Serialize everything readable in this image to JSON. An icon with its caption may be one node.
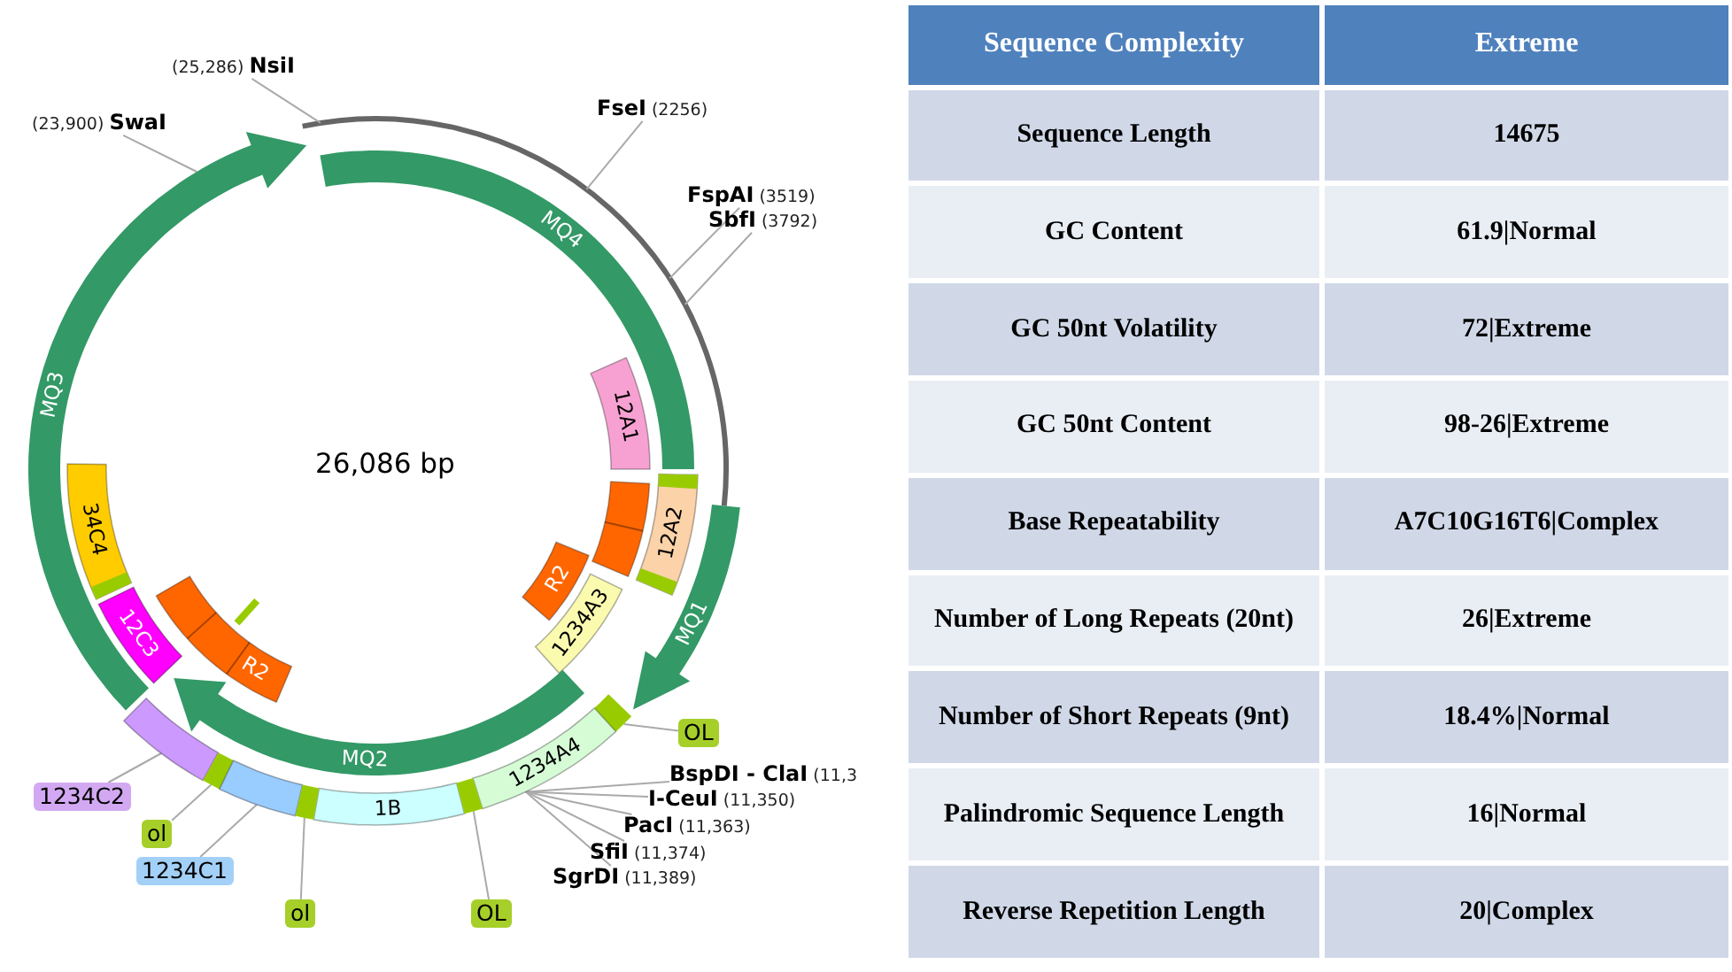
{
  "diagram": {
    "nodes": [
      {
        "text": [
          "(25,286) **NsiI**"
        ]
      },
      {
        "text": [
          "(23,900) **SwaI**"
        ]
      },
      {
        "text": [
          "**FseI** (2256)"
        ]
      },
      {
        "text": [
          "**FspAI** (3519)"
        ]
      },
      {
        "text": [
          "**SbfI** (3792)"
        ]
      },
      {
        "text": [
          "MQ4"
        ]
      },
      {
        "text": [
          "MQ3"
        ]
      },
      {
        "text": [
          "12A1"
        ]
      },
      {
        "text": [],
        "shape": "bar"
      },
      {
        "text": [
          "12A2"
        ]
      },
      {
        "text": [
          "R2"
        ]
      },
      {
        "text": [
          "1234A3"
        ]
      },
      {
        "text": [
          "MQ1"
        ]
      },
      {
        "text": [
          "34C4"
        ]
      },
      {
        "text": [
          "12C3"
        ]
      },
      {
        "text": [
          "R2"
        ]
      },
      {
        "text": [
          "MQ2"
        ]
      },
      {
        "text": [],
        "shape": "bar"
      },
      {
        "text": [
          "OL"
        ]
      },
      {
        "text": [
          "1234A4"
        ]
      },
      {
        "text": [
          "**BspDI - ClaI** (11,3"
        ]
      },
      {
        "text": [
          "**I-CeuI** (11,350)"
        ]
      },
      {
        "text": [
          "**PacI** (11,363)"
        ]
      },
      {
        "text": [
          "**SfiI** (11,374)"
        ]
      },
      {
        "text": [
          "**SgrDI** (11,389)"
        ]
      },
      {
        "text": [],
        "shape": "bar"
      },
      {
        "text": [
          "1234C2"
        ]
      },
      {
        "text": [],
        "shape": "bar"
      },
      {
        "text": [
          "ol"
        ]
      },
      {
        "text": [],
        "shape": "bar"
      },
      {
        "text": [
          "1234C1"
        ]
      },
      {
        "text": [
          "1B"
        ]
      },
      {
        "text": [],
        "shape": "bar"
      },
      {
        "text": [
          "ol"
        ]
      },
      {
        "text": [],
        "shape": "bar"
      },
      {
        "text": [
          "OL"
        ]
      }
    ],
    "edges": [
      {
        "from": 0,
        "to": null,
        "arrow": "none"
      },
      {
        "from": 1,
        "to": 6,
        "arrow": "none"
      },
      {
        "from": 2,
        "to": null,
        "arrow": "none"
      },
      {
        "from": 3,
        "to": null,
        "arrow": "none"
      },
      {
        "from": 4,
        "to": null,
        "arrow": "none"
      },
      {
        "from": 18,
        "to": 17,
        "arrow": "none"
      },
      {
        "from": 20,
        "to": 19,
        "arrow": "none"
      },
      {
        "from": 21,
        "to": 19,
        "arrow": "none"
      },
      {
        "from": 22,
        "to": 19,
        "arrow": "none"
      },
      {
        "from": 23,
        "to": 19,
        "arrow": "none"
      },
      {
        "from": 24,
        "to": 19,
        "arrow": "none"
      },
      {
        "from": 26,
        "to": 25,
        "arrow": "none"
      },
      {
        "from": 28,
        "to": 27,
        "arrow": "none"
      },
      {
        "from": 30,
        "to": 29,
        "arrow": "none"
      },
      {
        "from": 33,
        "to": 32,
        "arrow": "none"
      },
      {
        "from": 35,
        "to": 34,
        "arrow": "none"
      }
    ],
    "labels": [
      "26,086 bp",
      "Sequence Complexity",
      "Extreme",
      "Sequence Length",
      "14675",
      "GC Content",
      "61.9|Normal",
      "GC 50nt Volatility",
      "72|Extreme",
      "GC 50nt Content",
      "98-26|Extreme",
      "Base Repeatability",
      "A7C10G16T6|Complex",
      "Number of Long Repeats (20nt)",
      "26|Extreme",
      "Number of Short Repeats (9nt)",
      "18.4%|Normal",
      "Palindromic Sequence Length",
      "16|Normal",
      "Reverse Repetition Length",
      "20|Complex"
    ]
  }
}
